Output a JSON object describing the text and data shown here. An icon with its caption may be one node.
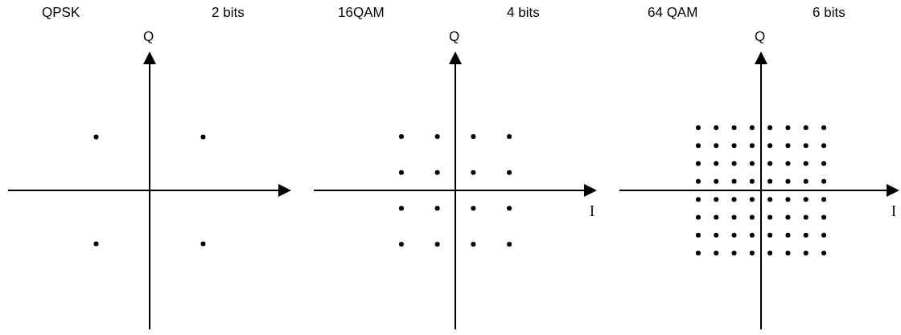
{
  "diagram": {
    "labels": [
      "QPSK",
      "2 bits",
      "Q",
      "16QAM",
      "4 bits",
      "Q",
      "I",
      "64 QAM",
      "6 bits",
      "Q",
      "I"
    ]
  }
}
